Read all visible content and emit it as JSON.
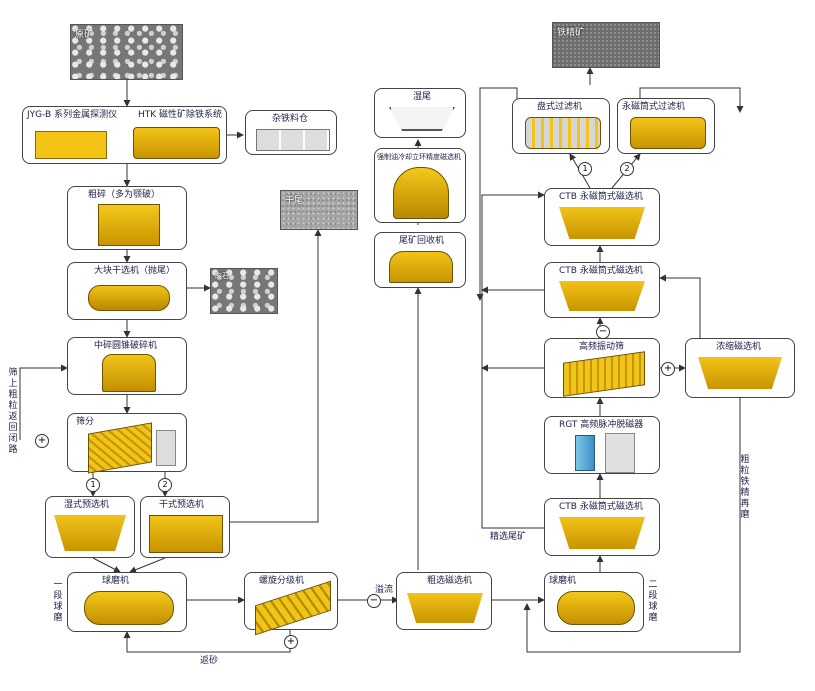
{
  "labels": {
    "raw_ore": "原矿",
    "metal_detector": "JYG-B 系列金属探测仪",
    "iron_remover": "HTK 磁性矿除铁系统",
    "scrap_bin": "杂铁料仓",
    "coarse_crush": "粗碎（多为颚破）",
    "dry_separator": "大块干选机（抛尾）",
    "cone_crusher": "中碎圆锥破碎机",
    "screening": "筛分",
    "wet_presep": "湿式预选机",
    "dry_presep": "干式预选机",
    "ball_mill_1": "球磨机",
    "spiral_classifier": "螺旋分级机",
    "return_sand": "返砂",
    "overflow": "溢流",
    "rough_separator": "粗选磁选机",
    "ball_mill_2": "球磨机",
    "ctb_1": "CTB 永磁筒式磁选机",
    "pulse_demag": "RGT 高频脉冲脱磁器",
    "hf_screen": "高频振动筛",
    "thickening": "浓缩磁选机",
    "ctb_2": "CTB 永磁筒式磁选机",
    "ctb_3": "CTB 永磁筒式磁选机",
    "disc_filter": "盘式过滤机",
    "drum_filter": "永磁筒式过滤机",
    "iron_concentrate": "铁精矿",
    "tailings_recovery": "尾矿回收机",
    "vertical_ring": "强制油冷却立环精度磁选机",
    "wet_tailings": "湿尾",
    "concentration_tailings": "精选尾矿",
    "tail_label": "干尾",
    "waste_rock": "废石",
    "oversize_note": "筛上粗粒返回闭路",
    "stage1": "一段球磨",
    "stage2": "二段球磨",
    "regrind_note": "粗粒铁精再磨",
    "n1": "1",
    "n2": "2",
    "plus": "+",
    "minus": "−"
  }
}
